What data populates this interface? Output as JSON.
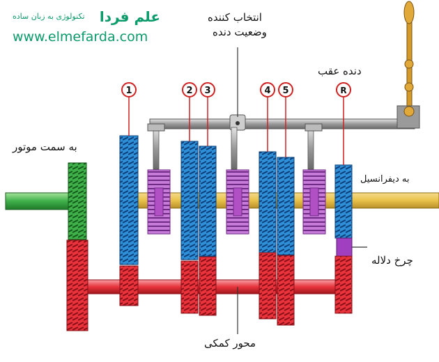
{
  "brand": {
    "title": "علم فردا",
    "tagline": "تکنولوژی به زبان ساده",
    "url": "www.elmefarda.com"
  },
  "labels": {
    "selector_line1": "انتخاب کننده",
    "selector_line2": "وضعیت دنده",
    "reverse_gear": "دنده عقب",
    "from_engine": "به سمت موتور",
    "to_differential": "به دیفرانسیل",
    "idler_gear": "چرخ دلاله",
    "countershaft": "محور کمکی"
  },
  "gear_markers": [
    "1",
    "2",
    "3",
    "4",
    "5",
    "R"
  ],
  "colors": {
    "output_gears": "#2e8fd6",
    "countershaft_gears": "#e8333c",
    "synchro_rings": "#b14fc4",
    "input_shaft": "#3fb04a",
    "output_shaft": "#e8c14a",
    "brand": "#0b9a6a",
    "marker_ring": "#d02020"
  }
}
